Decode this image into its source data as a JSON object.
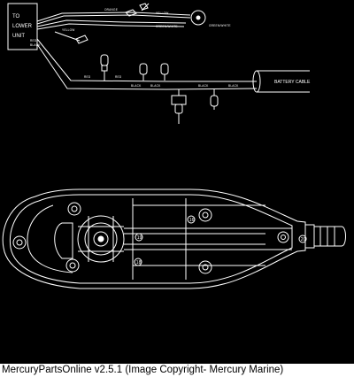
{
  "colors": {
    "background": "#000000",
    "line": "#ffffff",
    "footer_bg": "#ffffff",
    "footer_text": "#000000"
  },
  "labels": {
    "box_line1": "TO",
    "box_line2": "LOWER",
    "box_line3": "UNIT",
    "battery_cable": "BATTERY CABLE",
    "wire_top_left": "ORANGE",
    "wire_top_mid": "YELLOW",
    "wire_top_right": "GREEN/WHITE",
    "wire_mid": "YELLOW",
    "wire_right_tag": "GREEN/WHITE",
    "box_wire_1": "RED",
    "box_wire_2": "BLACK",
    "harness_red": "RED",
    "harness_red2": "RED",
    "black_1": "BLACK",
    "black_2": "BLACK",
    "black_3": "BLACK",
    "black_4": "BLACK"
  },
  "callouts": [
    "16",
    "19",
    "18",
    "20"
  ],
  "footer": "MercuryPartsOnline v2.5.1 (Image Copyright- Mercury Marine)"
}
